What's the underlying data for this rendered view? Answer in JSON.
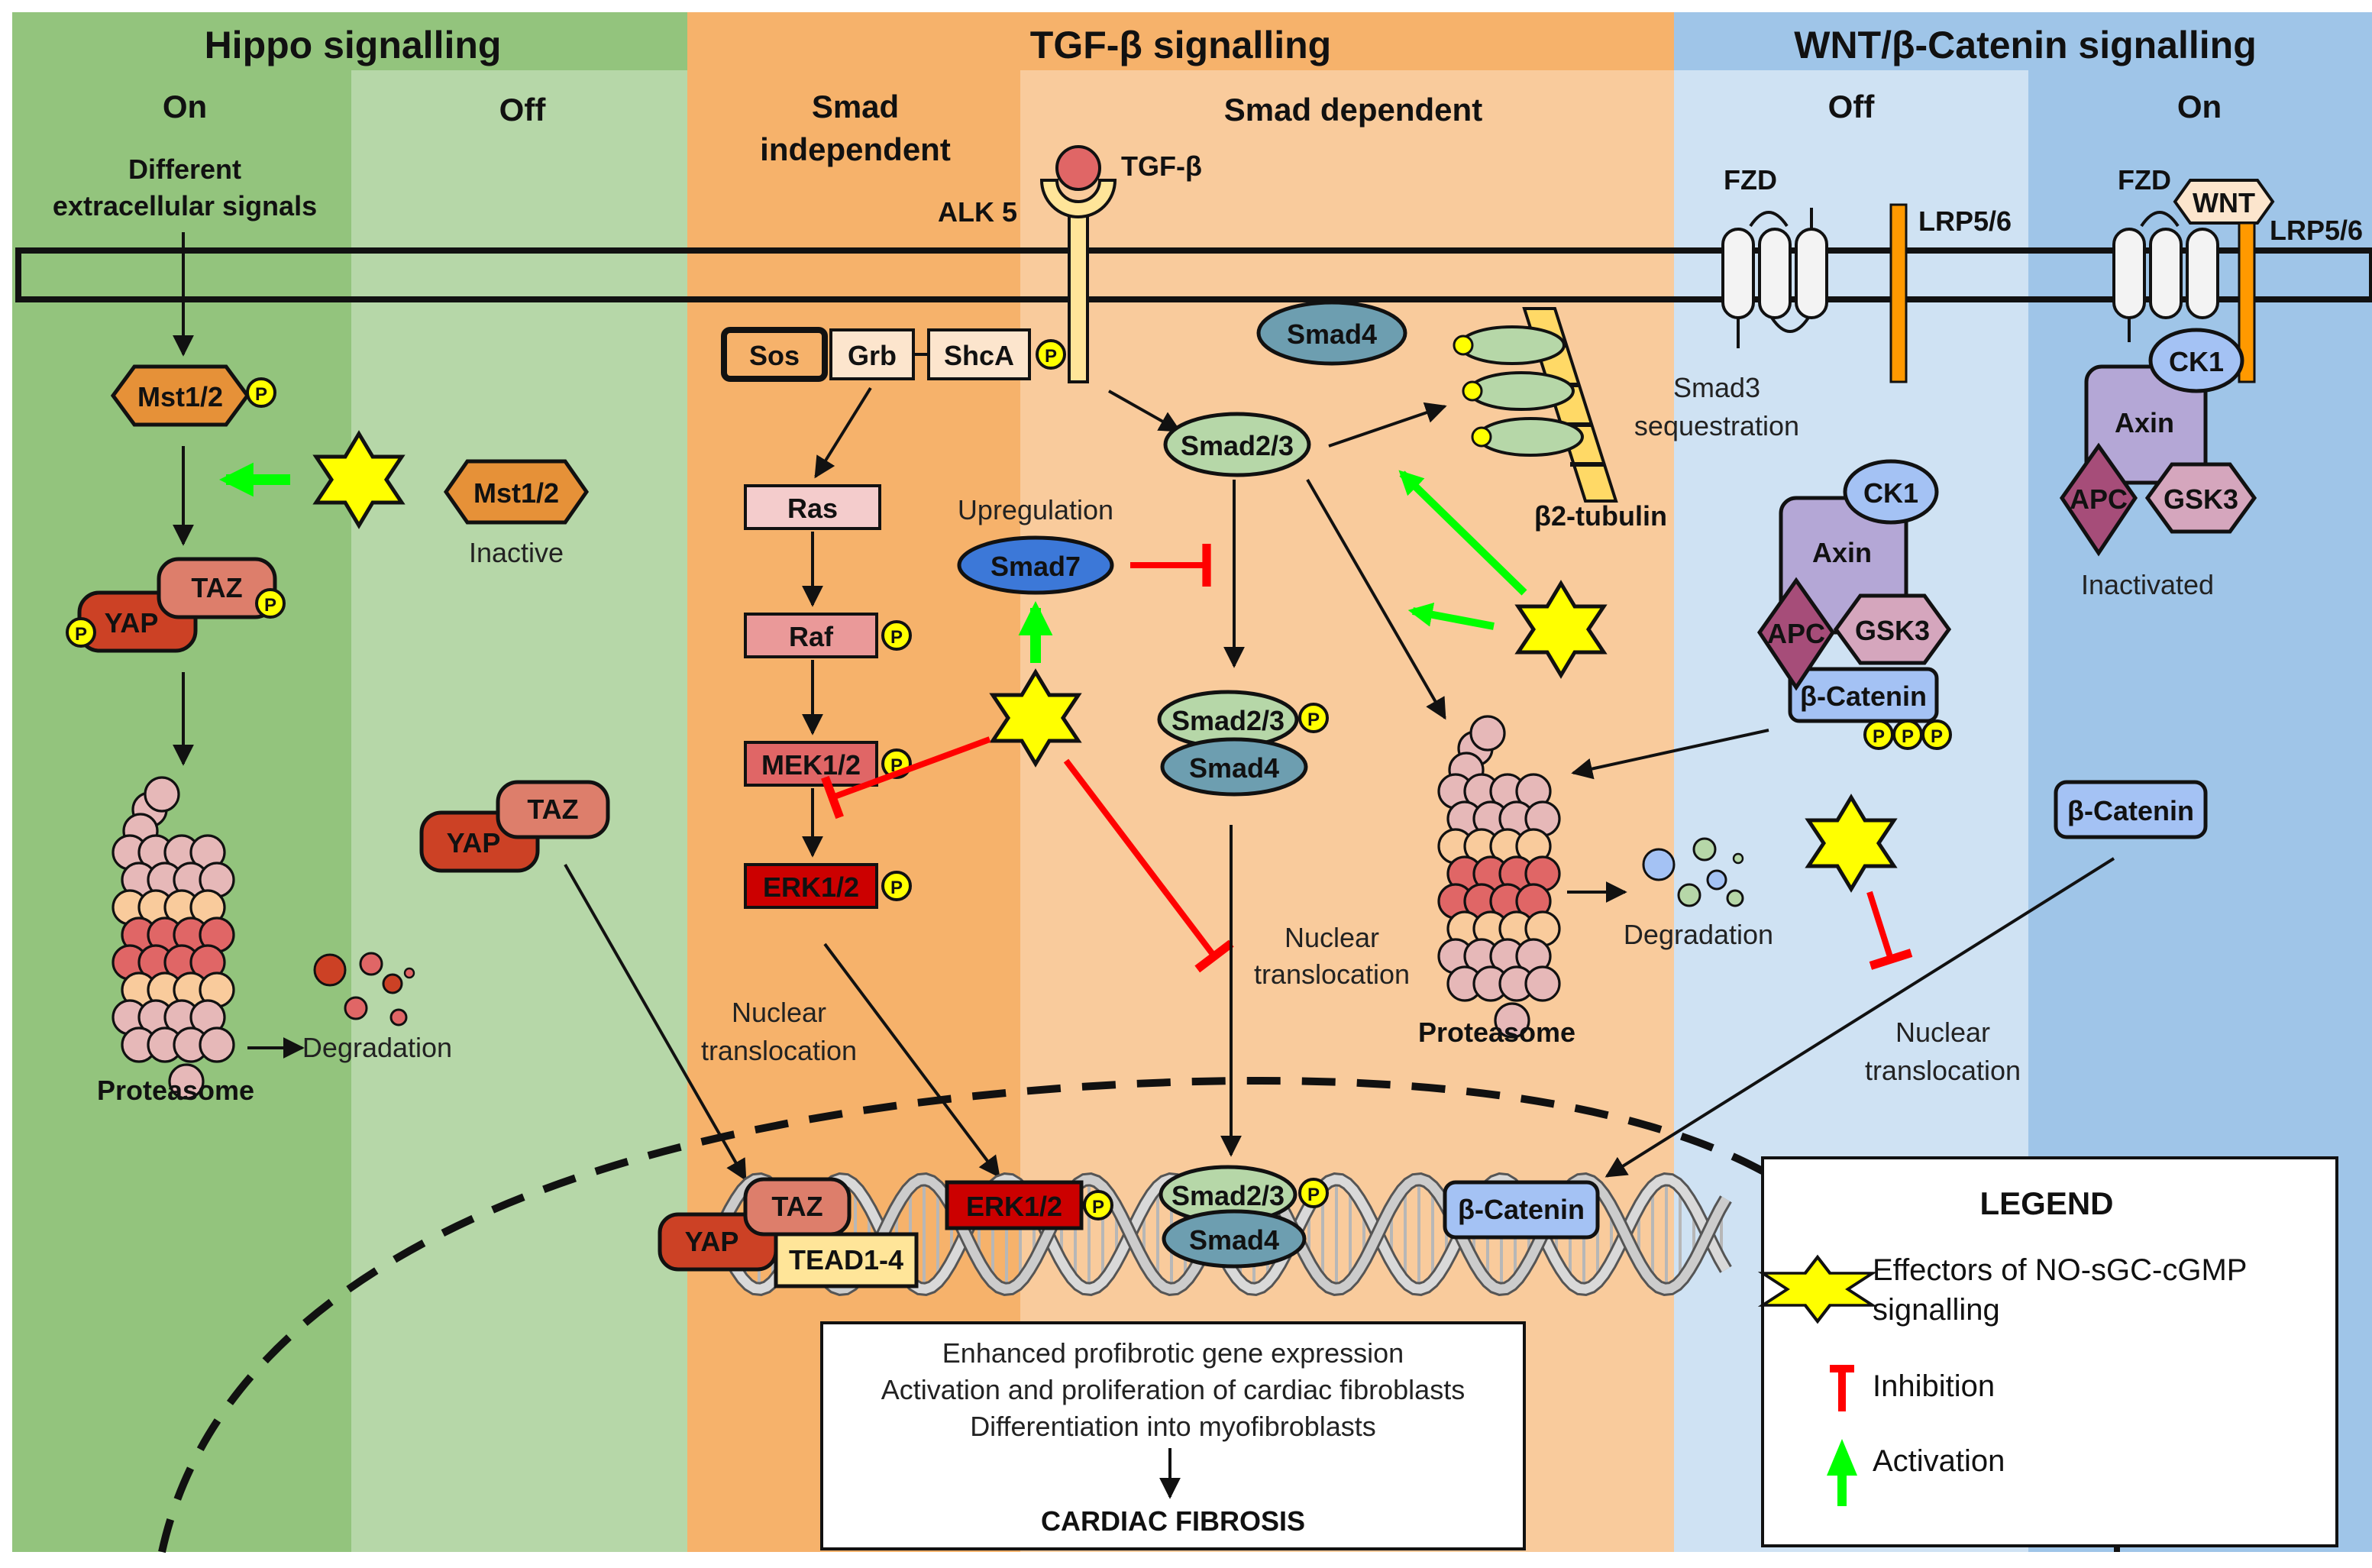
{
  "sections": {
    "hippo": {
      "title": "Hippo signalling",
      "on": "On",
      "off": "Off"
    },
    "tgf": {
      "title": "TGF-β signalling",
      "independent": "Smad independent",
      "dependent": "Smad dependent"
    },
    "wnt": {
      "title": "WNT/β-Catenin signalling",
      "off": "Off",
      "on": "On"
    }
  },
  "colors": {
    "hippo_header": "#93c47d",
    "hippo_on": "#93c47d",
    "hippo_off": "#b6d7a8",
    "tgf_header": "#f6b26b",
    "tgf_independent": "#f6b26b",
    "tgf_dependent": "#f9cb9c",
    "wnt_header": "#9fc5e8",
    "wnt_off": "#cfe2f3",
    "wnt_on": "#9fc5e8",
    "effector_star": "#ffff00",
    "activation": "#00ff00",
    "inhibition": "#ff0000",
    "phospho": "#ffff00"
  },
  "hippo": {
    "signals_line1": "Different",
    "signals_line2": "extracellular signals",
    "mst_on": "Mst1/2",
    "mst_off": "Mst1/2",
    "inactive": "Inactive",
    "yap": "YAP",
    "taz": "TAZ",
    "proteasome": "Proteasome",
    "degradation": "Degradation"
  },
  "tgf": {
    "ligand": "TGF-β",
    "receptor": "ALK 5",
    "sos": "Sos",
    "grb": "Grb",
    "shca": "ShcA",
    "ras": "Ras",
    "raf": "Raf",
    "mek": "MEK1/2",
    "erk": "ERK1/2",
    "upregulation": "Upregulation",
    "smad7": "Smad7",
    "smad4": "Smad4",
    "smad23": "Smad2/3",
    "smad3_seq_line1": "Smad3",
    "smad3_seq_line2": "sequestration",
    "tubulin": "β2-tubulin",
    "nuclear1": "Nuclear",
    "nuclear2": "translocation",
    "proteasome": "Proteasome",
    "degradation": "Degradation"
  },
  "wnt": {
    "fzd": "FZD",
    "lrp": "LRP5/6",
    "wnt": "WNT",
    "ck1": "CK1",
    "axin": "Axin",
    "apc": "APC",
    "gsk3": "GSK3",
    "bcat": "β-Catenin",
    "inactivated": "Inactivated",
    "nuclear1": "Nuclear",
    "nuclear2": "translocation"
  },
  "nucleus": {
    "yap": "YAP",
    "taz": "TAZ",
    "tead": "TEAD1-4",
    "erk": "ERK1/2",
    "smad23": "Smad2/3",
    "smad4": "Smad4",
    "bcat": "β-Catenin"
  },
  "phospho_label": "P",
  "outcome": {
    "lines": [
      "Enhanced profibrotic gene expression",
      "Activation and proliferation of cardiac fibroblasts",
      "Differentiation into myofibroblasts"
    ],
    "result": "CARDIAC FIBROSIS"
  },
  "legend": {
    "title": "LEGEND",
    "effector_line1": "Effectors of NO-sGC-cGMP",
    "effector_line2": "signalling",
    "inhibition": "Inhibition",
    "activation": "Activation"
  }
}
